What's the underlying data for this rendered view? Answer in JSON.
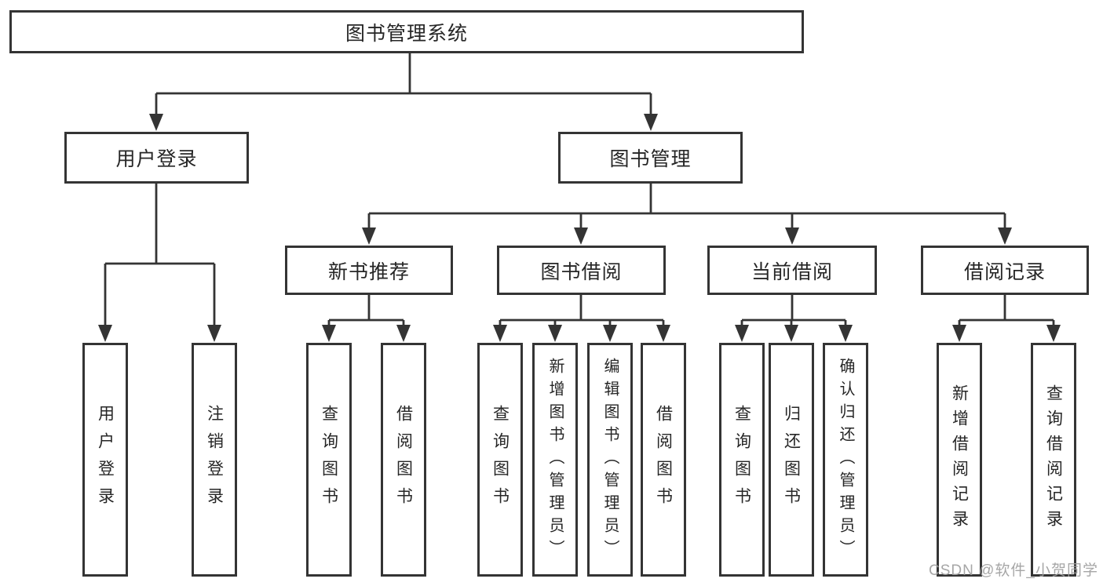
{
  "tree": {
    "root": "图书管理系统",
    "children": [
      {
        "label": "用户登录",
        "children": [
          {
            "label": "用户登录"
          },
          {
            "label": "注销登录"
          }
        ]
      },
      {
        "label": "图书管理",
        "children": [
          {
            "label": "新书推荐",
            "children": [
              {
                "label": "查询图书"
              },
              {
                "label": "借阅图书"
              }
            ]
          },
          {
            "label": "图书借阅",
            "children": [
              {
                "label": "查询图书"
              },
              {
                "label": "新增图书（管理员）"
              },
              {
                "label": "编辑图书（管理员）"
              },
              {
                "label": "借阅图书"
              }
            ]
          },
          {
            "label": "当前借阅",
            "children": [
              {
                "label": "查询图书"
              },
              {
                "label": "归还图书"
              },
              {
                "label": "确认归还（管理员）"
              }
            ]
          },
          {
            "label": "借阅记录",
            "children": [
              {
                "label": "新增借阅记录"
              },
              {
                "label": "查询借阅记录"
              }
            ]
          }
        ]
      }
    ]
  },
  "watermark": "CSDN @软件_小贺同学",
  "colors": {
    "line": "#343434",
    "text": "#262626",
    "watermark": "#9e9e9e"
  }
}
